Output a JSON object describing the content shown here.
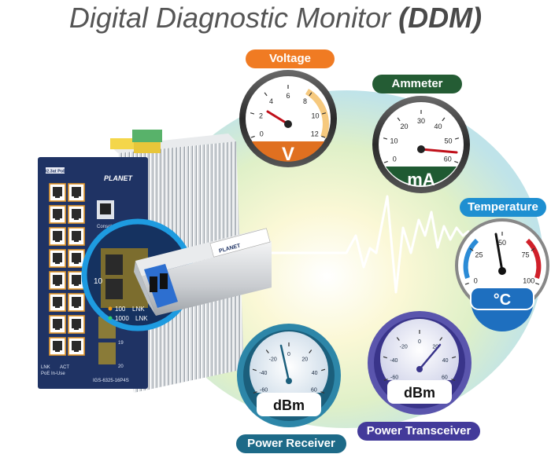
{
  "title": {
    "main": "Digital Diagnostic Monitor",
    "bold": "(DDM)"
  },
  "colors": {
    "voltage": "#f07b23",
    "ammeter": "#245c34",
    "temperature": "#1e8fd1",
    "receiver": "#1d6a88",
    "transceiver": "#433a9a",
    "switch_body": "#1f3364"
  },
  "gauges": {
    "voltage": {
      "label": "Voltage",
      "unit": "V",
      "ticks": [
        "0",
        "2",
        "4",
        "6",
        "8",
        "10",
        "12"
      ],
      "icon": "voltmeter-gauge-icon"
    },
    "ammeter": {
      "label": "Ammeter",
      "unit": "mA",
      "ticks": [
        "0",
        "10",
        "20",
        "30",
        "40",
        "50",
        "60"
      ],
      "icon": "ammeter-gauge-icon"
    },
    "temperature": {
      "label": "Temperature",
      "unit": "°C",
      "ticks": [
        "0",
        "25",
        "50",
        "75",
        "100"
      ],
      "icon": "thermometer-gauge-icon"
    },
    "receiver": {
      "label": "Power Receiver",
      "unit": "dBm",
      "ticks": [
        "-60",
        "-40",
        "-20",
        "0",
        "20",
        "40",
        "60"
      ],
      "icon": "power-meter-icon"
    },
    "transceiver": {
      "label": "Power Transceiver",
      "unit": "dBm",
      "ticks": [
        "-60",
        "-40",
        "-20",
        "0",
        "20",
        "40",
        "60"
      ],
      "icon": "power-meter-icon"
    }
  },
  "device": {
    "brand": "PLANET",
    "model": "IGS-6325-16P4S",
    "sfp_brand": "PLANET",
    "ports": {
      "p1": "10",
      "p2": "100",
      "p3": "1000"
    },
    "status_100": "100",
    "status_1000": "1000",
    "lnk": "LNK",
    "poe_label": "802.3at PoE+",
    "console": "Console",
    "legend_1": "LNK",
    "legend_2": "ACT",
    "legend_3": "PoE In-Use"
  }
}
